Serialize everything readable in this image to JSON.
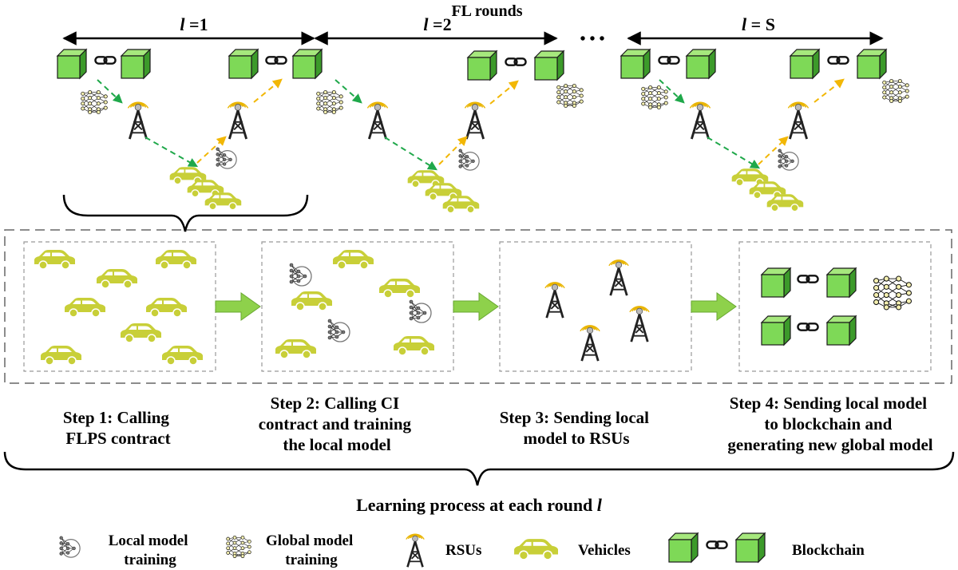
{
  "header": {
    "title": "FL rounds",
    "ellipsis": "• • •",
    "rounds": [
      {
        "var": "l",
        "eq": " =1"
      },
      {
        "var": "l",
        "eq": " =2"
      },
      {
        "var": "l",
        "eq": " = S"
      }
    ]
  },
  "steps": [
    {
      "lines": [
        "Step 1: Calling",
        "FLPS contract"
      ]
    },
    {
      "lines": [
        "Step 2: Calling CI",
        "contract and training",
        "the local model"
      ]
    },
    {
      "lines": [
        "Step 3: Sending local",
        "model to RSUs"
      ]
    },
    {
      "lines": [
        "Step 4: Sending local model",
        "to blockchain and",
        "generating new global model"
      ]
    }
  ],
  "process_caption": {
    "text": "Learning process at each round ",
    "var": "l"
  },
  "legend": {
    "local": [
      "Local model",
      "training"
    ],
    "global": [
      "Global model",
      "training"
    ],
    "rsu": "RSUs",
    "vehicles": "Vehicles",
    "blockchain": "Blockchain"
  },
  "colors": {
    "block_front": "#7ed957",
    "block_top": "#a6e87d",
    "block_side": "#3c9a2a",
    "car": "#c8cf38",
    "car_window": "#ffffff",
    "tower": "#222222",
    "signal": "#e9b400",
    "arrow_green": "#1fa84a",
    "arrow_yellow": "#f2b705",
    "step_arrow": "#8ed14b",
    "dashed_border": "#888888"
  },
  "icons": [
    "block-icon",
    "chain-link-icon",
    "rsu-tower-icon",
    "car-icon",
    "local-model-icon",
    "global-model-icon"
  ]
}
